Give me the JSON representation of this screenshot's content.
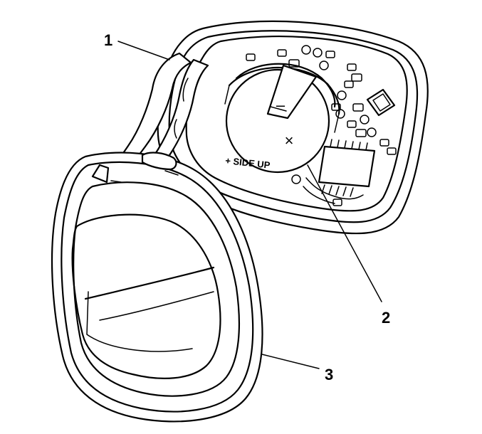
{
  "callouts": [
    {
      "id": "1",
      "label": "1"
    },
    {
      "id": "2",
      "label": "2"
    },
    {
      "id": "3",
      "label": "3"
    }
  ],
  "pcb": {
    "polarity_label": "+ SIDE UP",
    "battery_plus": "+",
    "battery_minus": "–"
  },
  "colors": {
    "line": "#000000",
    "background": "#ffffff"
  }
}
